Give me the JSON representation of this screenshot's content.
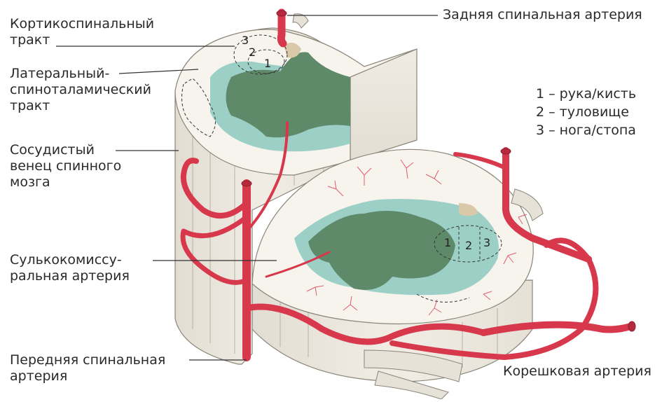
{
  "labels": {
    "corticospinal": [
      "Кортикоспинальный",
      "тракт"
    ],
    "lateral_spinothalamic": [
      "Латеральный-",
      "спиноталамический",
      "тракт"
    ],
    "vasocorona": [
      "Сосудистый",
      "венец спинного",
      "мозга"
    ],
    "sulcocommissural": [
      "Сулькокомиссу-",
      "ральная артерия"
    ],
    "anterior_spinal": [
      "Передняя спинальная",
      "артерия"
    ],
    "posterior_spinal": "Задняя спинальная артерия",
    "radicular": "Корешковая артерия"
  },
  "legend": {
    "items": [
      "1 – рука/кисть",
      "2 – туловище",
      "3 – нога/стопа"
    ]
  },
  "tract_numbers": {
    "upper": [
      "3",
      "2",
      "1"
    ],
    "lower": [
      "1",
      "2",
      "3"
    ]
  },
  "colors": {
    "artery": "#d8384c",
    "artery_dark": "#b52a3c",
    "white_matter": "#f4f0e7",
    "cut_face": "#f7f4ee",
    "gray_matter": "#5f8a6a",
    "zone": "#8cc9c0",
    "side_surface": "#ece8df",
    "pale": "#d9c9a8"
  }
}
